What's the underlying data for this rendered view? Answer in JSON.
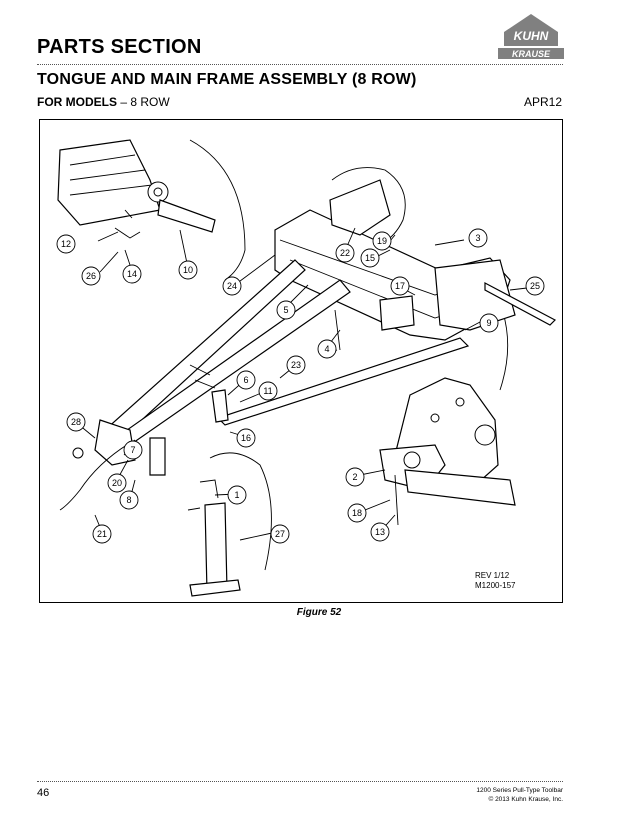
{
  "header": {
    "section_title": "PARTS SECTION",
    "assembly_title": "TONGUE AND MAIN FRAME ASSEMBLY (8 ROW)",
    "models_label": "FOR MODELS",
    "models_value": "– 8 ROW",
    "date_code": "APR12"
  },
  "logo": {
    "brand_top": "KUHN",
    "brand_bottom": "KRAUSE"
  },
  "figure": {
    "caption": "Figure 52",
    "rev": "REV 1/12",
    "drawing_number": "M1200-157",
    "callouts": [
      {
        "label": "1"
      },
      {
        "label": "2"
      },
      {
        "label": "3"
      },
      {
        "label": "4"
      },
      {
        "label": "5"
      },
      {
        "label": "6"
      },
      {
        "label": "7"
      },
      {
        "label": "8"
      },
      {
        "label": "9"
      },
      {
        "label": "10"
      },
      {
        "label": "11"
      },
      {
        "label": "12"
      },
      {
        "label": "13"
      },
      {
        "label": "14"
      },
      {
        "label": "15"
      },
      {
        "label": "16"
      },
      {
        "label": "17"
      },
      {
        "label": "18"
      },
      {
        "label": "19"
      },
      {
        "label": "20"
      },
      {
        "label": "21"
      },
      {
        "label": "22"
      },
      {
        "label": "23"
      },
      {
        "label": "24"
      },
      {
        "label": "25"
      },
      {
        "label": "26"
      },
      {
        "label": "27"
      },
      {
        "label": "28"
      }
    ]
  },
  "footer": {
    "page_number": "46",
    "product": "1200 Series Pull-Type Toolbar",
    "copyright": "© 2013 Kuhn Krause, Inc."
  },
  "colors": {
    "logo_fill": "#808080",
    "text": "#000000",
    "rule": "#555555"
  }
}
